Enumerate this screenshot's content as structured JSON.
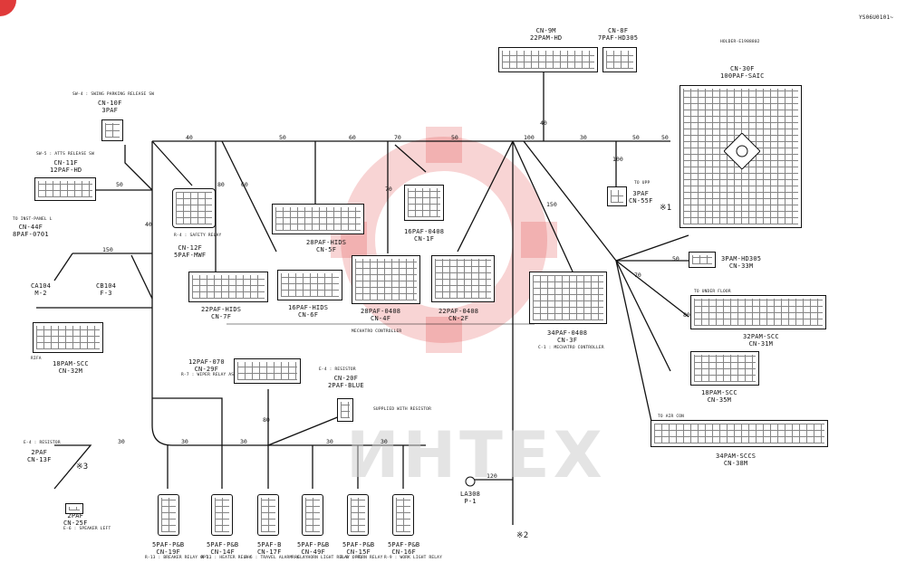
{
  "doc": {
    "id": "YS06U0101~",
    "watermark": "ИНТЕХ",
    "notes": {
      "mark1": "※1",
      "mark2": "※2",
      "mark3": "※3"
    }
  },
  "wires": {
    "n40": "40",
    "n50": "50",
    "n60": "60",
    "n70": "70",
    "n80": "80",
    "n100": "100",
    "n120": "120",
    "n150": "150",
    "n30": "30",
    "n20": "20"
  },
  "connectors": {
    "cn9m": {
      "name": "CN-9M",
      "type": "22PAM-HD"
    },
    "cn8f": {
      "name": "CN-8F",
      "type": "7PAF-HD305"
    },
    "cn30f": {
      "name": "CN-30F",
      "type": "100PAF-SAIC",
      "holder": "HOLDER-E1988802"
    },
    "cn10f": {
      "name": "CN-10F",
      "type": "3PAF",
      "note": "SW-4 : SWING PARKING RELEASE SW"
    },
    "cn11f": {
      "name": "CN-11F",
      "type": "12PAF-HD",
      "note": "SW-5 : ATTS RELEASE SW"
    },
    "cn44f": {
      "name": "CN-44F",
      "type": "8PAF-0701",
      "note": "TO INST-PANEL L"
    },
    "cn12f": {
      "name": "CN-12F",
      "type": "5PAF-MWF",
      "note": "R-4 : SAFETY RELAY"
    },
    "cn5f": {
      "name": "CN-5F",
      "type": "28PAF-HIDS"
    },
    "cn1f": {
      "name": "CN-1F",
      "type": "16PAF-0408"
    },
    "cn55f": {
      "name": "CN-55F",
      "type": "3PAF",
      "note": "TO UPP"
    },
    "cn7f": {
      "name": "CN-7F",
      "type": "22PAF-HIDS"
    },
    "cn6f": {
      "name": "CN-6F",
      "type": "16PAF-HIDS"
    },
    "cn4f": {
      "name": "CN-4F",
      "type": "28PAF-0408"
    },
    "cn2f": {
      "name": "CN-2F",
      "type": "22PAF-0408"
    },
    "cn3f": {
      "name": "CN-3F",
      "type": "34PAF-0408",
      "note": "C-1 : MECHATRO CONTROLLER"
    },
    "mech": {
      "note": "MECHATRO CONTROLLER"
    },
    "cn33m": {
      "name": "CN-33M",
      "type": "3PAM-HD305"
    },
    "cn31m": {
      "name": "CN-31M",
      "type": "32PAM-SCC",
      "note": "TO UNDER FLOOR"
    },
    "cn35m": {
      "name": "CN-35M",
      "type": "18PAM-SCC"
    },
    "cn38m": {
      "name": "CN-38M",
      "type": "34PAM-SCCS",
      "note": "TO AIR CON"
    },
    "cn32m": {
      "name": "CN-32M",
      "type": "18PAM-SCC",
      "note": "RIFA"
    },
    "cn29f": {
      "name": "CN-29F",
      "type": "12PAF-070",
      "note": "R-7 : WIPER RELAY ASSY"
    },
    "cn20f": {
      "name": "CN-20F",
      "type": "2PAF-BLUE",
      "note": "E-4 : RESISTOR",
      "supplied": "SUPPLIED WITH RESISTOR"
    },
    "ca104": {
      "name": "CA104",
      "sub": "M-2"
    },
    "cb104": {
      "name": "CB104",
      "sub": "F-3"
    },
    "cn13f": {
      "name": "CN-13F",
      "type": "2PAF",
      "note": "E-4 : RESISTOR"
    },
    "cn25f": {
      "name": "CN-25F",
      "type": "2PAF",
      "note": "E-6 : SPEAKER LEFT"
    },
    "cn19f": {
      "name": "CN-19F",
      "type": "5PAF-P&B",
      "note": "R-13 : BREAKER RELAY OPT."
    },
    "cn14f": {
      "name": "CN-14F",
      "type": "5PAF-P&B",
      "note": "R-11 : HEATER RELAY"
    },
    "cn17f": {
      "name": "CN-17F",
      "type": "5PAF-B",
      "note": "R-6 : TRAVEL ALARM RELAY"
    },
    "cn49f": {
      "name": "CN-49F",
      "type": "5PAF-P&B",
      "note": "R-6 : HORN LIGHT RELAY OPT."
    },
    "cn15f": {
      "name": "CN-15F",
      "type": "5PAF-P&B",
      "note": "R-8 : HORN RELAY"
    },
    "cn16f": {
      "name": "CN-16F",
      "type": "5PAF-P&B",
      "note": "R-9 : WORK LIGHT RELAY"
    },
    "la308": {
      "name": "LA308",
      "sub": "P-1"
    }
  },
  "colors": {
    "line": "#111111",
    "watermark": "#e03a3a"
  }
}
